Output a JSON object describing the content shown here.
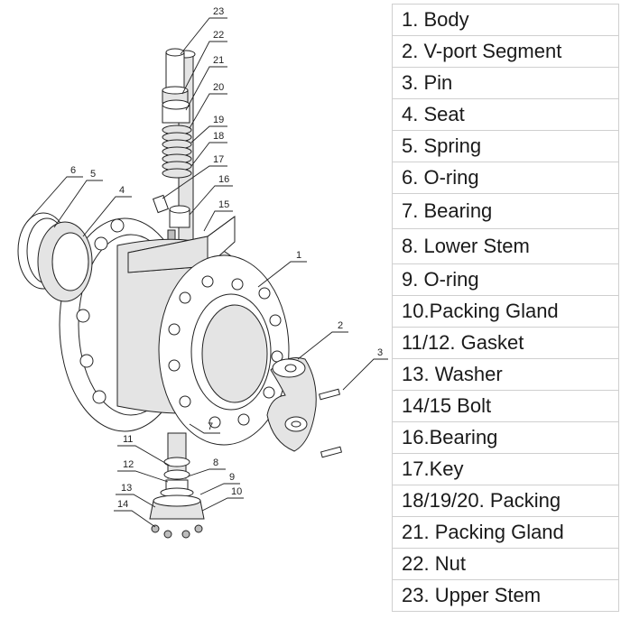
{
  "callouts": [
    "23",
    "22",
    "21",
    "20",
    "19",
    "18",
    "17",
    "16",
    "15",
    "6",
    "5",
    "4",
    "1",
    "2",
    "3",
    "11",
    "8",
    "12",
    "9",
    "13",
    "10",
    "14",
    "7"
  ],
  "parts": [
    "1.  Body",
    "2.  V-port Segment",
    "3.  Pin",
    "4.  Seat",
    "5.  Spring",
    "6.  O-ring",
    "7.  Bearing",
    "8.  Lower Stem",
    "9.  O-ring",
    "10.Packing Gland",
    "11/12. Gasket",
    "13. Washer",
    "14/15 Bolt",
    "16.Bearing",
    "17.Key",
    "18/19/20. Packing",
    "21. Packing Gland",
    "22. Nut",
    "23. Upper Stem"
  ]
}
